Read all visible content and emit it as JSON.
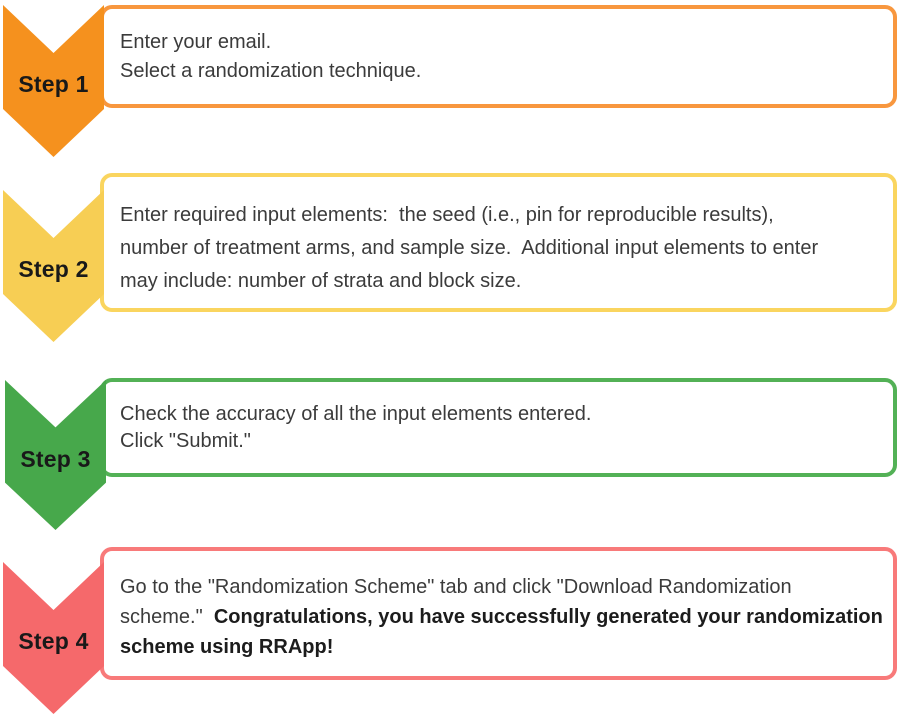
{
  "steps": [
    {
      "label": "Step 1",
      "chevron_color": "#F5911E",
      "border_color": "#F8973E",
      "lines": {
        "l1": "Enter your email.",
        "l2": "Select a randomization technique."
      }
    },
    {
      "label": "Step 2",
      "chevron_color": "#F7CE54",
      "border_color": "#FAD55F",
      "lines": {
        "l1": "Enter required input elements:  the seed (i.e., pin for reproducible results),",
        "l2": "number of treatment arms, and sample size.  Additional input elements to enter",
        "l3": "may include: number of strata and block size."
      }
    },
    {
      "label": "Step 3",
      "chevron_color": "#47A84B",
      "border_color": "#53B156",
      "lines": {
        "l1": "Check the accuracy of all the input elements entered.",
        "l2": "Click \"Submit.\""
      }
    },
    {
      "label": "Step 4",
      "chevron_color": "#F5696B",
      "border_color": "#F87A7A",
      "lines": {
        "l1": "Go to the \"Randomization Scheme\" tab and click \"Download Randomization",
        "l2_normal": "scheme.\"  ",
        "l2_bold": "Congratulations, you have successfully generated your randomization",
        "l3_bold": "scheme using RRApp!"
      }
    }
  ]
}
